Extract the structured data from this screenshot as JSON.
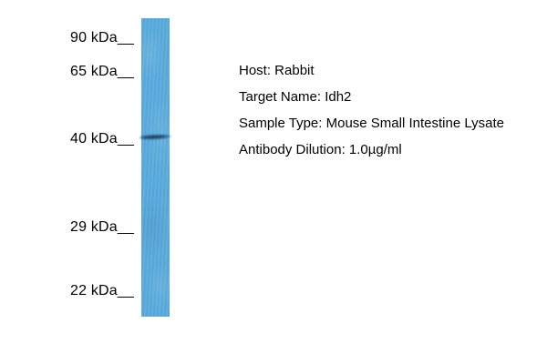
{
  "figure": {
    "lane_color": "#59abdc",
    "band_color": "#1e4163"
  },
  "markers": [
    {
      "label": "90 kDa__"
    },
    {
      "label": "65 kDa__"
    },
    {
      "label": "40 kDa__"
    },
    {
      "label": "29 kDa__"
    },
    {
      "label": "22 kDa__"
    }
  ],
  "annotations": [
    {
      "label": "Host: Rabbit"
    },
    {
      "label": "Target Name: Idh2"
    },
    {
      "label": "Sample Type: Mouse Small Intestine Lysate"
    },
    {
      "label": "Antibody Dilution: 1.0µg/ml"
    }
  ]
}
